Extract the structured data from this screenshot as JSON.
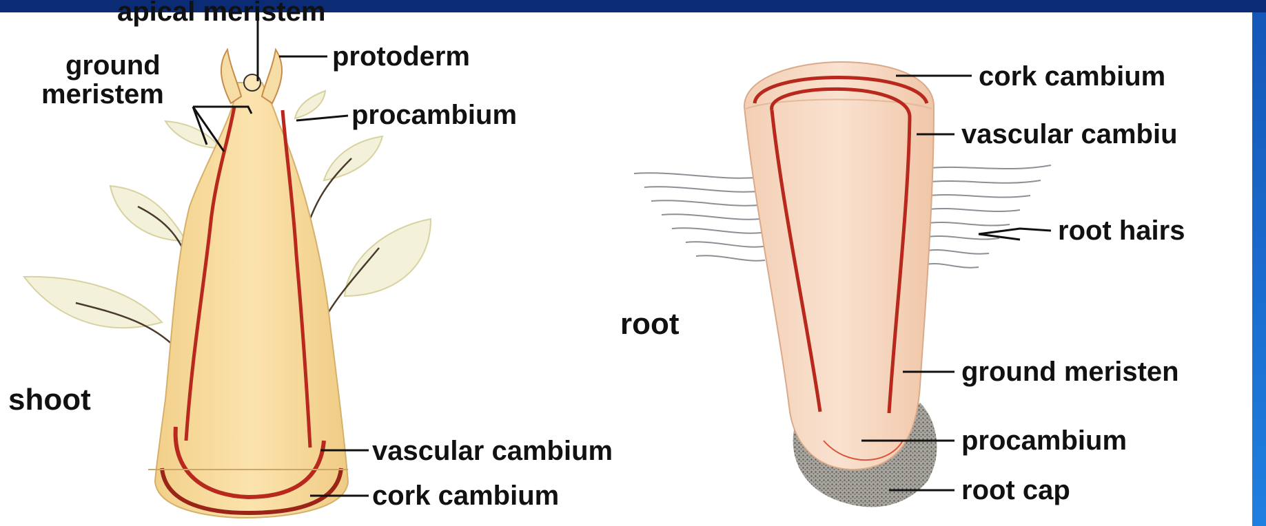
{
  "colors": {
    "background_frame": "#0a2a6e",
    "accent_edge": "#1f7fe0",
    "tissue_fill": "#f6dba0",
    "root_fill": "#f7d7c0",
    "vascular_strand": "#b8281c",
    "leaf_fill": "#f2f0d6",
    "root_cap": "#8a8a8a"
  },
  "diagram": {
    "shoot": {
      "title": "shoot",
      "labels": {
        "apical_meristem": "apical meristem",
        "protoderm": "protoderm",
        "ground_meristem_line1": "ground",
        "ground_meristem_line2": "meristem",
        "procambium": "procambium",
        "vascular_cambium": "vascular cambium",
        "cork_cambium": "cork cambium"
      }
    },
    "root": {
      "title": "root",
      "labels": {
        "cork_cambium": "cork cambium",
        "vascular_cambium": "vascular cambiu",
        "root_hairs": "root hairs",
        "ground_meristem": "ground meristen",
        "procambium": "procambium",
        "root_cap": "root cap"
      }
    }
  }
}
